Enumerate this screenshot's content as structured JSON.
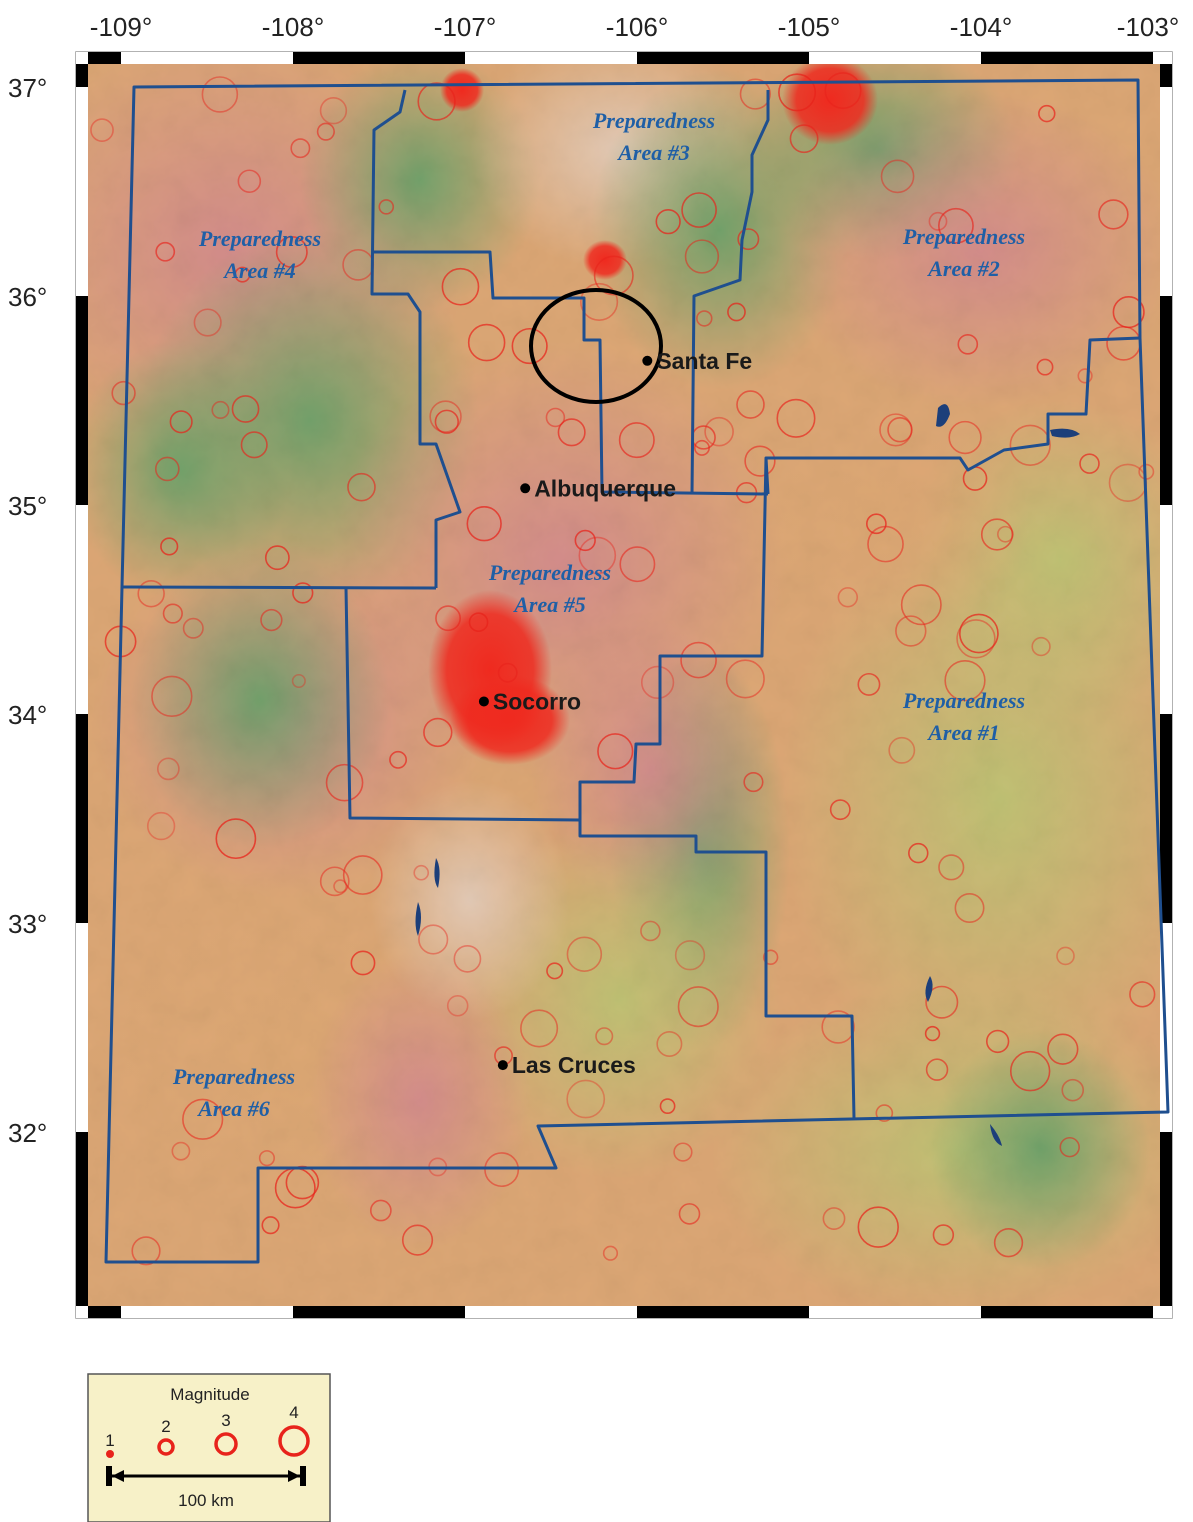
{
  "map": {
    "lon_ticks": [
      "-109°",
      "-108°",
      "-107°",
      "-106°",
      "-105°",
      "-104°",
      "-103°"
    ],
    "lat_ticks": [
      "37°",
      "36°",
      "35°",
      "34°",
      "33°",
      "32°"
    ],
    "areas": [
      {
        "id": "area-3",
        "line1": "Preparedness",
        "line2": "Area #3"
      },
      {
        "id": "area-4",
        "line1": "Preparedness",
        "line2": "Area #4"
      },
      {
        "id": "area-2",
        "line1": "Preparedness",
        "line2": "Area #2"
      },
      {
        "id": "area-5",
        "line1": "Preparedness",
        "line2": "Area #5"
      },
      {
        "id": "area-1",
        "line1": "Preparedness",
        "line2": "Area #1"
      },
      {
        "id": "area-6",
        "line1": "Preparedness",
        "line2": "Area #6"
      }
    ],
    "cities": [
      {
        "name": "Santa Fe",
        "lon": -105.94,
        "lat": 35.69
      },
      {
        "name": "Albuquerque",
        "lon": -106.65,
        "lat": 35.08
      },
      {
        "name": "Socorro",
        "lon": -106.89,
        "lat": 34.06
      },
      {
        "name": "Las Cruces",
        "lon": -106.78,
        "lat": 32.32
      }
    ],
    "colors": {
      "boundary": "#1f4f8f",
      "label": "#1f5fa6",
      "quake": "#e8231b",
      "highlight_circle": "#000000"
    }
  },
  "legend": {
    "title": "Magnitude",
    "magnitudes": [
      "1",
      "2",
      "3",
      "4"
    ],
    "scale_label": "100 km"
  }
}
